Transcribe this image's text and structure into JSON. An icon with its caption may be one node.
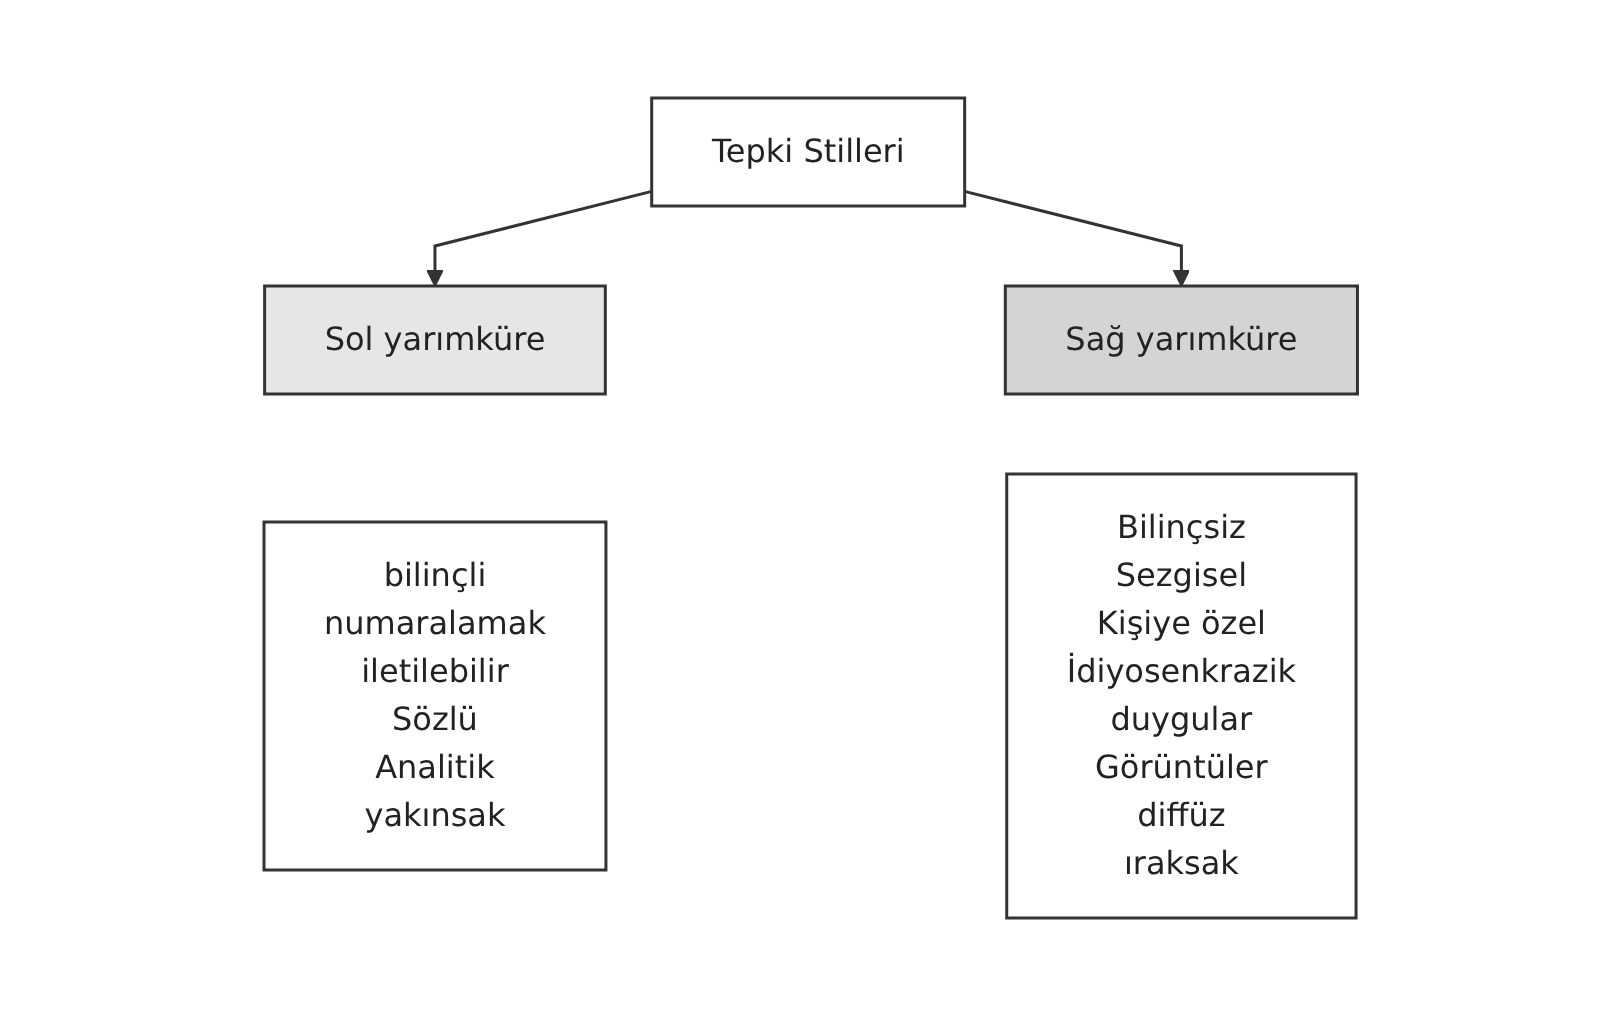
{
  "diagram": {
    "nodes": [
      {
        "text": [
          "Tepki Stilleri"
        ]
      },
      {
        "text": [
          "Sol yarımküre"
        ]
      },
      {
        "text": [
          "bilinçli",
          "numaralamak",
          "iletilebilir",
          "Sözlü",
          "Analitik",
          "yakınsak"
        ]
      },
      {
        "text": [
          "Sağ yarımküre"
        ]
      },
      {
        "text": [
          "Bilinçsiz",
          "Sezgisel",
          "Kişiye özel",
          "İdiyosenkrazik",
          "duygular",
          "Görüntüler",
          "diffüz",
          "ıraksak"
        ]
      }
    ],
    "edges": [
      {
        "from": 0,
        "to": 1,
        "arrow": "to"
      },
      {
        "from": 0,
        "to": 3,
        "arrow": "to"
      }
    ]
  }
}
